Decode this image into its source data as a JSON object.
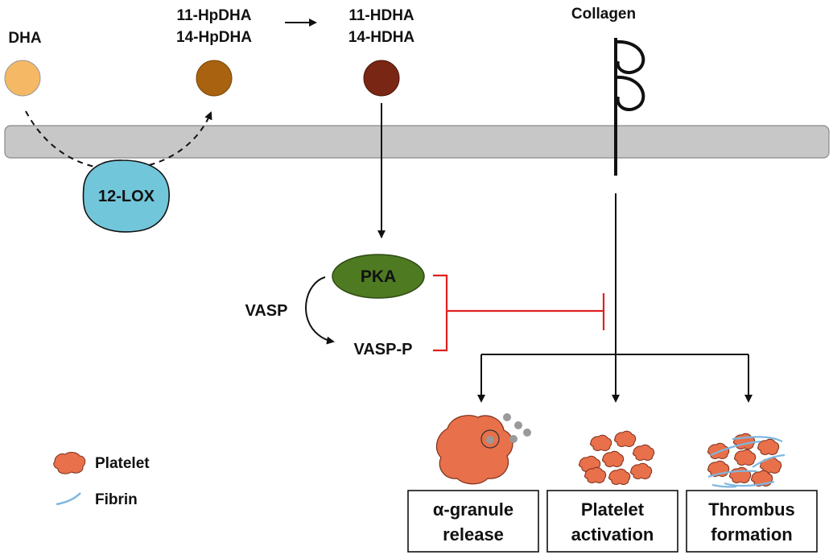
{
  "labels": {
    "dha": "DHA",
    "hpdha_1": "11-HpDHA",
    "hpdha_2": "14-HpDHA",
    "hdha_1": "11-HDHA",
    "hdha_2": "14-HDHA",
    "collagen": "Collagen",
    "enzyme": "12-LOX",
    "pka": "PKA",
    "vasp": "VASP",
    "vasp_p": "VASP-P"
  },
  "outcomes": [
    {
      "line1": "α-granule",
      "line2": "release"
    },
    {
      "line1": "Platelet",
      "line2": "activation"
    },
    {
      "line1": "Thrombus",
      "line2": "formation"
    }
  ],
  "legend": {
    "platelet": "Platelet",
    "fibrin": "Fibrin"
  },
  "colors": {
    "dha": "#F5B865",
    "hpdha": "#A9620F",
    "hdha": "#7A2614",
    "membrane": "#C7C7C7",
    "enzyme": "#72C6DA",
    "pka": "#4E7A22",
    "inhibition": "#E02020",
    "platelet": "#E8704A",
    "fibrin": "#7EB7E0"
  }
}
